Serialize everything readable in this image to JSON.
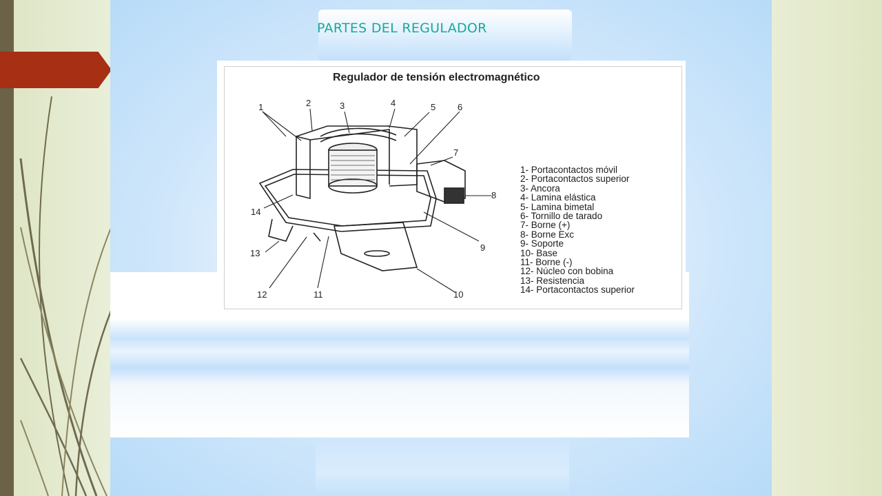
{
  "slide": {
    "title": "PARTES DEL REGULADOR"
  },
  "figure": {
    "title": "Regulador de tensión electromagnético",
    "callouts": [
      "1",
      "2",
      "3",
      "4",
      "5",
      "6",
      "7",
      "8",
      "9",
      "10",
      "11",
      "12",
      "13",
      "14"
    ],
    "legend": [
      "1- Portacontactos móvil",
      "2- Portacontactos superior",
      "3- Ancora",
      "4- Lamina elástica",
      "5- Lamina bimetal",
      "6- Tornillo de tarado",
      "7- Borne (+)",
      "8- Borne Exc",
      "9- Soporte",
      "10- Base",
      "11- Borne (-)",
      "12- Núcleo con bobina",
      "13- Resistencia",
      "14- Portacontactos superior"
    ]
  },
  "colors": {
    "accent_title": "#1aa89a",
    "red_tab": "#a62f14",
    "side_bar": "#6b6248"
  }
}
